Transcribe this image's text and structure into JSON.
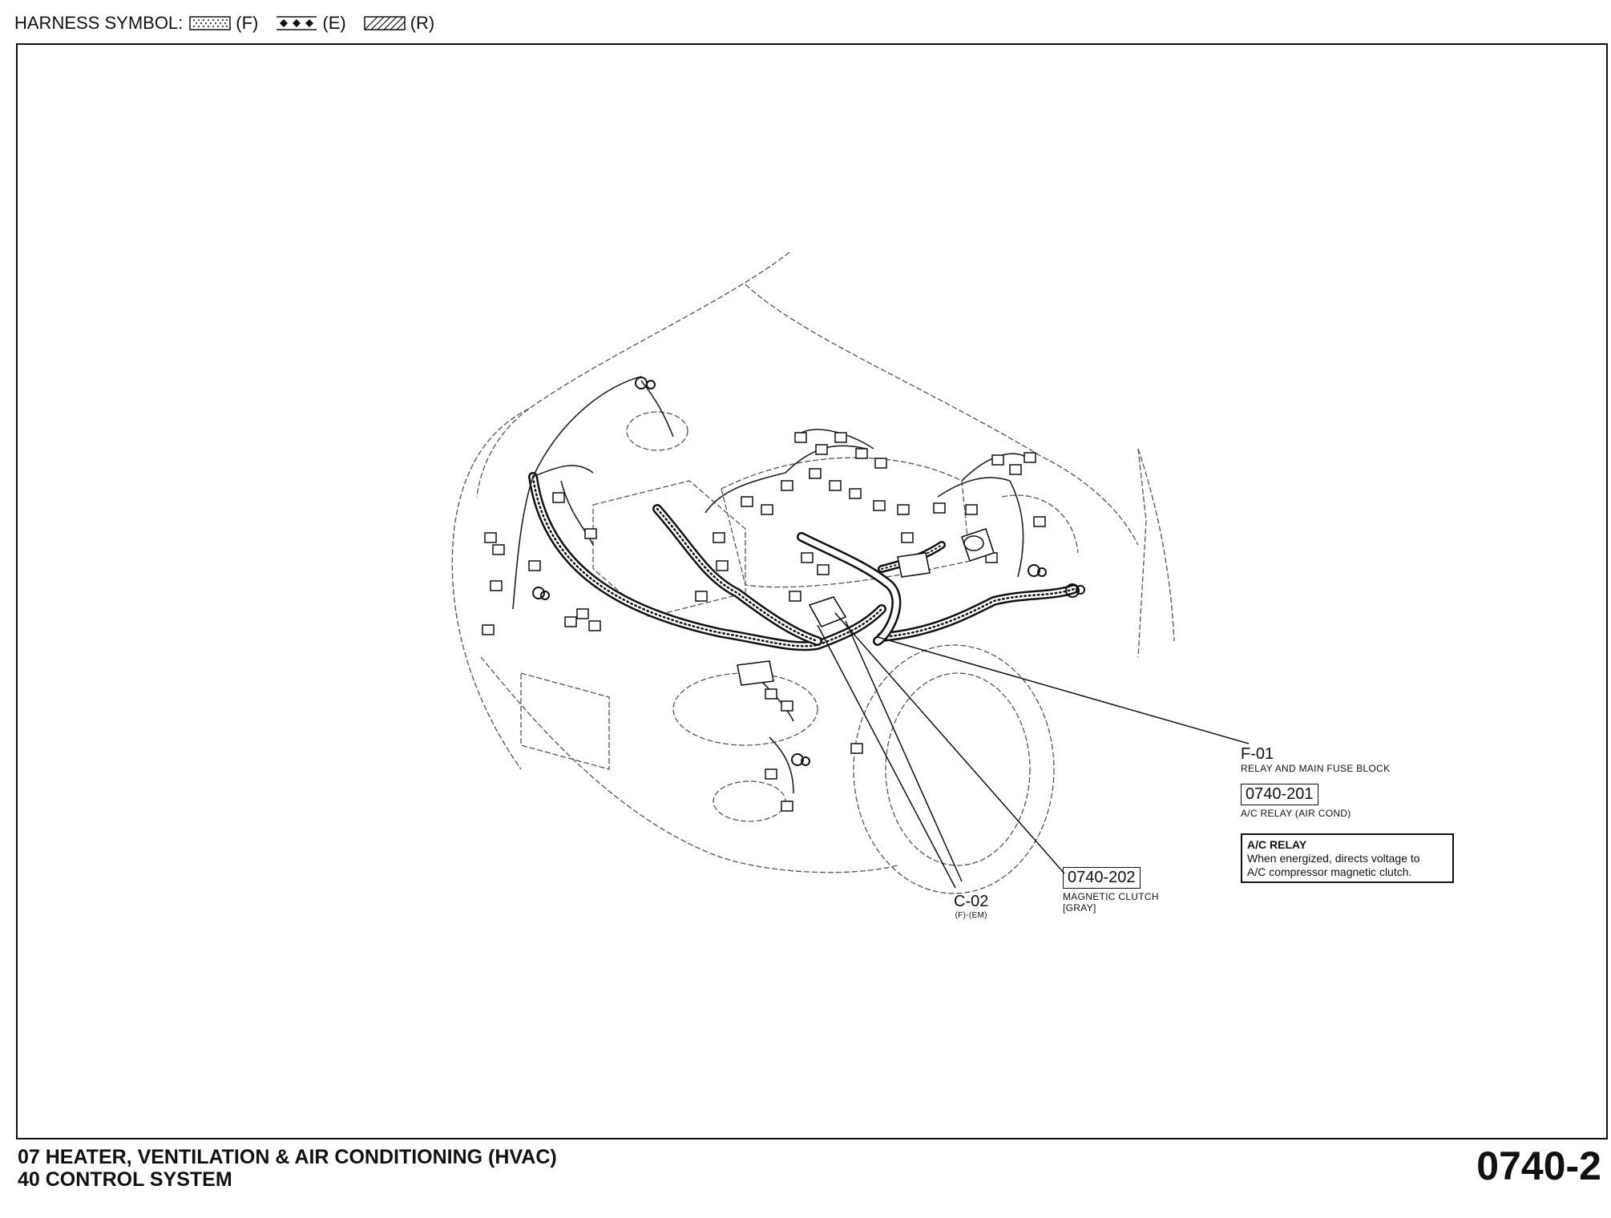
{
  "legend": {
    "title": "HARNESS SYMBOL:",
    "items": [
      {
        "label": "(F)",
        "icon": "dotted-harness-icon"
      },
      {
        "label": "(E)",
        "icon": "diamond-harness-icon"
      },
      {
        "label": "(R)",
        "icon": "hatched-harness-icon"
      }
    ]
  },
  "callouts": {
    "f01": {
      "code": "F-01",
      "desc": "RELAY AND MAIN FUSE BLOCK"
    },
    "r201": {
      "code": "0740-201",
      "desc": "A/C RELAY (AIR COND)"
    },
    "note": {
      "title": "A/C RELAY",
      "line1": "When energized, directs voltage to",
      "line2": "A/C compressor magnetic clutch."
    },
    "r202": {
      "code": "0740-202",
      "desc1": "MAGNETIC CLUTCH",
      "desc2": "[GRAY]"
    },
    "c02": {
      "code": "C-02",
      "desc": "(F)-(EM)"
    }
  },
  "footer": {
    "line1": "07  HEATER, VENTILATION & AIR CONDITIONING (HVAC)",
    "line2": "40  CONTROL SYSTEM",
    "page": "0740-2"
  }
}
